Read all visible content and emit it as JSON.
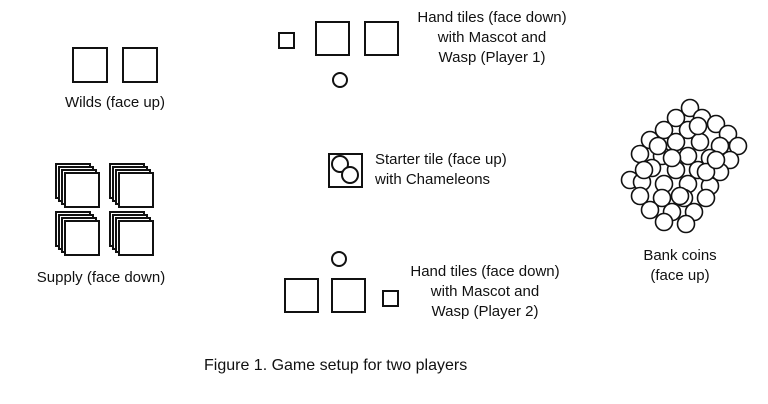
{
  "labels": {
    "wilds": "Wilds (face up)",
    "supply": "Supply (face down)",
    "player1": [
      "Hand tiles (face down)",
      "with Mascot and",
      "Wasp (Player 1)"
    ],
    "starter": [
      "Starter tile (face up)",
      "with  Chameleons"
    ],
    "player2": [
      "Hand tiles (face down)",
      "with Mascot and",
      "Wasp (Player 2)"
    ],
    "bank": [
      "Bank coins",
      "(face up)"
    ]
  },
  "caption": "Figure 1.  Game setup for two players"
}
